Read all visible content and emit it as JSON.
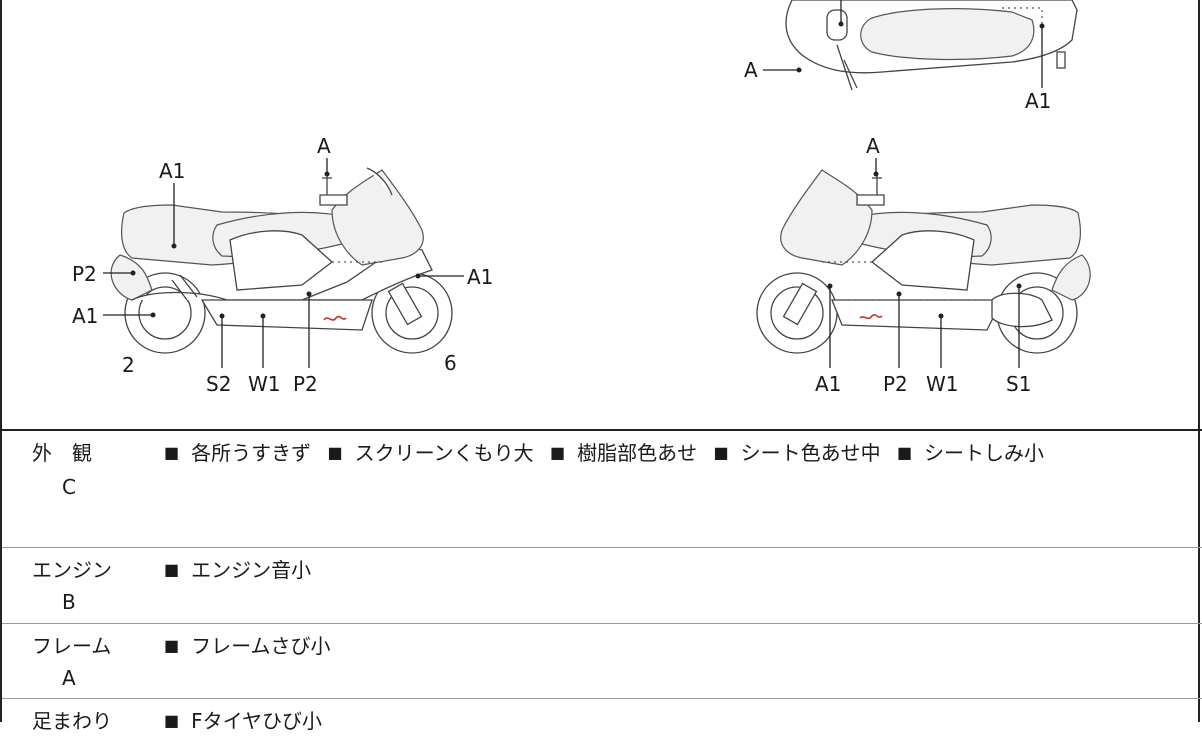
{
  "diagram": {
    "labels": {
      "top_a": "A",
      "top_a1": "A1",
      "left_a_top": "A",
      "left_a1_top": "A1",
      "left_p2_side": "P2",
      "left_a1_side": "A1",
      "left_a1_front": "A1",
      "left_num_2": "2",
      "left_num_6": "6",
      "left_s2": "S2",
      "left_w1": "W1",
      "left_p2_bottom": "P2",
      "right_a_top": "A",
      "right_a1_bottom": "A1",
      "right_p2_bottom": "P2",
      "right_w1_bottom": "W1",
      "right_s1_bottom": "S1"
    }
  },
  "rows": [
    {
      "category": "外　観",
      "grade": "C",
      "items": [
        "各所うすきず",
        "スクリーンくもり大",
        "樹脂部色あせ",
        "シート色あせ中",
        "シートしみ小"
      ]
    },
    {
      "category": "エンジン",
      "grade": "B",
      "items": [
        "エンジン音小"
      ]
    },
    {
      "category": "フレーム",
      "grade": "A",
      "items": [
        "フレームさび小"
      ]
    },
    {
      "category": "足まわり",
      "grade": "",
      "items": [
        "Fタイヤひび小"
      ]
    }
  ],
  "colors": {
    "damage_mark": "#c0392b",
    "border": "#222222"
  }
}
